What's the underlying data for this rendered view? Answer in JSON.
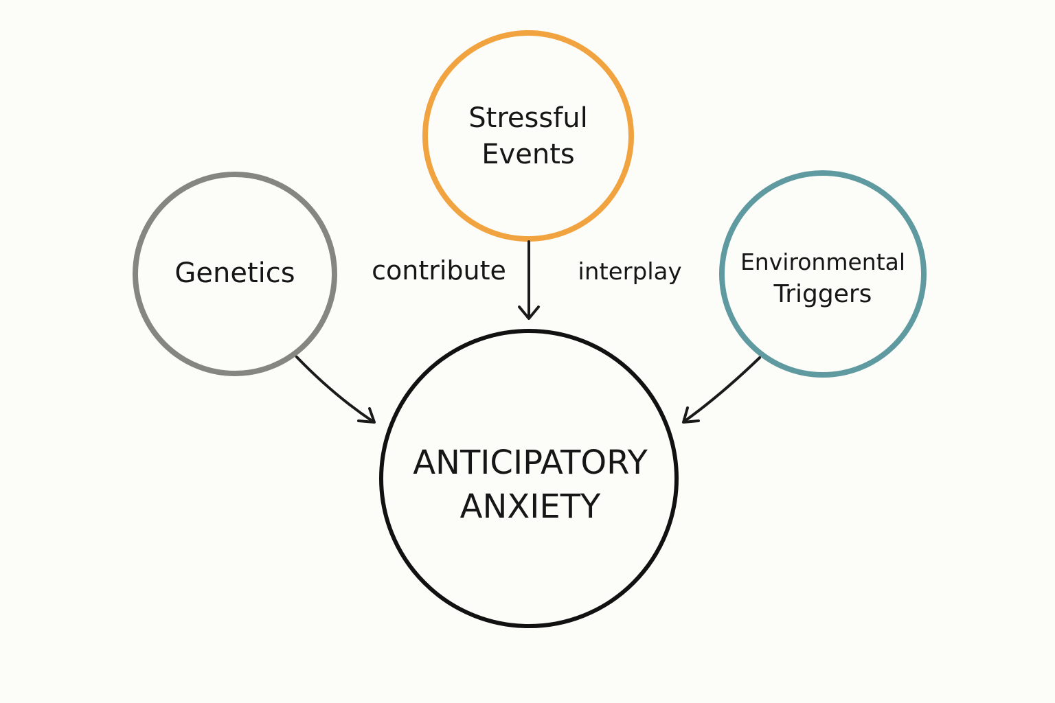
{
  "nodes": {
    "stressful_events": {
      "lines": [
        "Stressful",
        "Events"
      ],
      "color": "#f0a33f"
    },
    "genetics": {
      "lines": [
        "Genetics"
      ],
      "color": "#858582"
    },
    "environmental_triggers": {
      "lines": [
        "Environmental",
        "Triggers"
      ],
      "color": "#5f9aa0"
    },
    "anticipatory_anxiety": {
      "lines": [
        "ANTICIPATORY",
        "ANXIETY"
      ],
      "color": "#111111"
    }
  },
  "edges": {
    "contribute": "contribute",
    "interplay": "interplay"
  },
  "arrow_color": "#1a1a1a"
}
